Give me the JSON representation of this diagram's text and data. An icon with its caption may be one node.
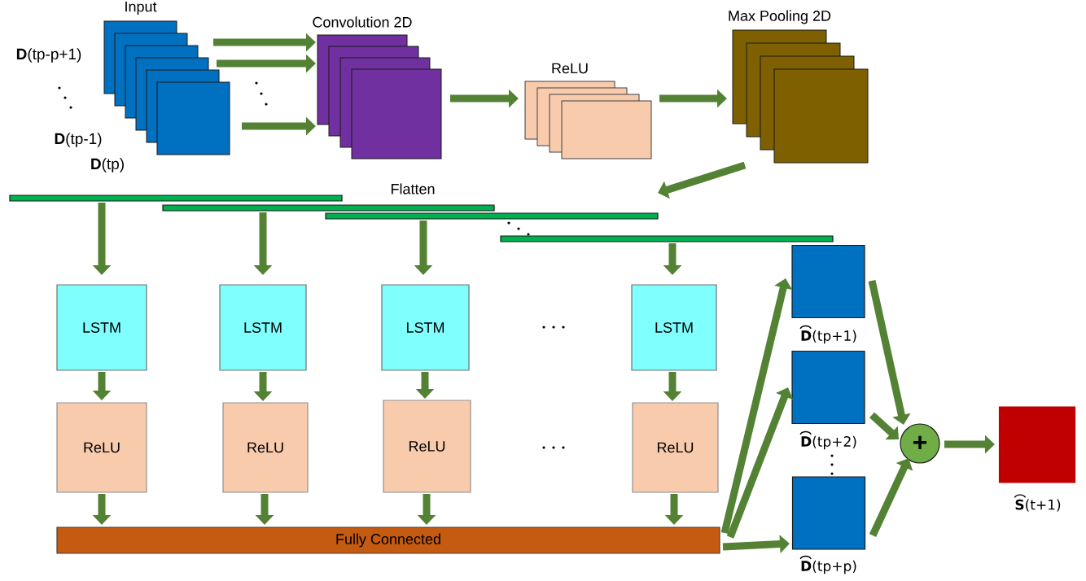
{
  "diagram": {
    "nodes": [
      {
        "text": [
          "Input"
        ],
        "beside": [
          "**D**(tp-p+1)",
          "**D**(tp-1)",
          "**D**(tp)"
        ]
      },
      {
        "text": [
          "Convolution 2D"
        ]
      },
      {
        "text": [
          "ReLU"
        ]
      },
      {
        "text": [
          "Max Pooling 2D"
        ]
      },
      {
        "text": [],
        "shape": "bar"
      },
      {
        "text": [],
        "shape": "bar"
      },
      {
        "text": [],
        "shape": "bar"
      },
      {
        "text": [],
        "shape": "bar"
      },
      {
        "text": [
          "LSTM"
        ]
      },
      {
        "text": [
          "LSTM"
        ]
      },
      {
        "text": [
          "LSTM"
        ]
      },
      {
        "text": [
          "LSTM"
        ]
      },
      {
        "text": [
          "ReLU"
        ]
      },
      {
        "text": [
          "ReLU"
        ]
      },
      {
        "text": [
          "ReLU"
        ]
      },
      {
        "text": [
          "ReLU"
        ]
      },
      {
        "text": [
          "Fully Connected"
        ]
      },
      {
        "text": [],
        "shape": "box",
        "beside": [
          "**D**(tp+1)"
        ]
      },
      {
        "text": [],
        "shape": "box",
        "beside": [
          "**D**(tp+2)"
        ]
      },
      {
        "text": [],
        "shape": "box",
        "beside": [
          "**D**(tp+p)"
        ]
      },
      {
        "text": [
          "+"
        ]
      },
      {
        "text": [],
        "shape": "box",
        "beside": [
          "**S**(t+1)"
        ]
      }
    ],
    "edges": [
      {
        "from": 0,
        "to": 1,
        "arrow": "to"
      },
      {
        "from": 0,
        "to": 1,
        "arrow": "to"
      },
      {
        "from": 0,
        "to": 1,
        "arrow": "to"
      },
      {
        "from": 1,
        "to": 2,
        "arrow": "to"
      },
      {
        "from": 2,
        "to": 3,
        "arrow": "to"
      },
      {
        "from": 3,
        "to": 6,
        "arrow": "to"
      },
      {
        "from": 4,
        "to": 8,
        "arrow": "to"
      },
      {
        "from": 5,
        "to": 9,
        "arrow": "to"
      },
      {
        "from": 6,
        "to": 10,
        "arrow": "to"
      },
      {
        "from": 7,
        "to": 11,
        "arrow": "to"
      },
      {
        "from": 8,
        "to": 12,
        "arrow": "to"
      },
      {
        "from": 9,
        "to": 13,
        "arrow": "to"
      },
      {
        "from": 10,
        "to": 14,
        "arrow": "to"
      },
      {
        "from": 11,
        "to": 15,
        "arrow": "to"
      },
      {
        "from": 12,
        "to": 16,
        "arrow": "to"
      },
      {
        "from": 13,
        "to": 16,
        "arrow": "to"
      },
      {
        "from": 14,
        "to": 16,
        "arrow": "to"
      },
      {
        "from": 15,
        "to": 16,
        "arrow": "to"
      },
      {
        "from": 16,
        "to": 17,
        "arrow": "to"
      },
      {
        "from": 16,
        "to": 18,
        "arrow": "to"
      },
      {
        "from": 16,
        "to": 19,
        "arrow": "to"
      },
      {
        "from": 17,
        "to": 20,
        "arrow": "to"
      },
      {
        "from": 18,
        "to": 20,
        "arrow": "to"
      },
      {
        "from": 19,
        "to": 20,
        "arrow": "to"
      },
      {
        "from": 20,
        "to": 21,
        "arrow": "to"
      }
    ],
    "labels": [
      "Flatten"
    ]
  }
}
